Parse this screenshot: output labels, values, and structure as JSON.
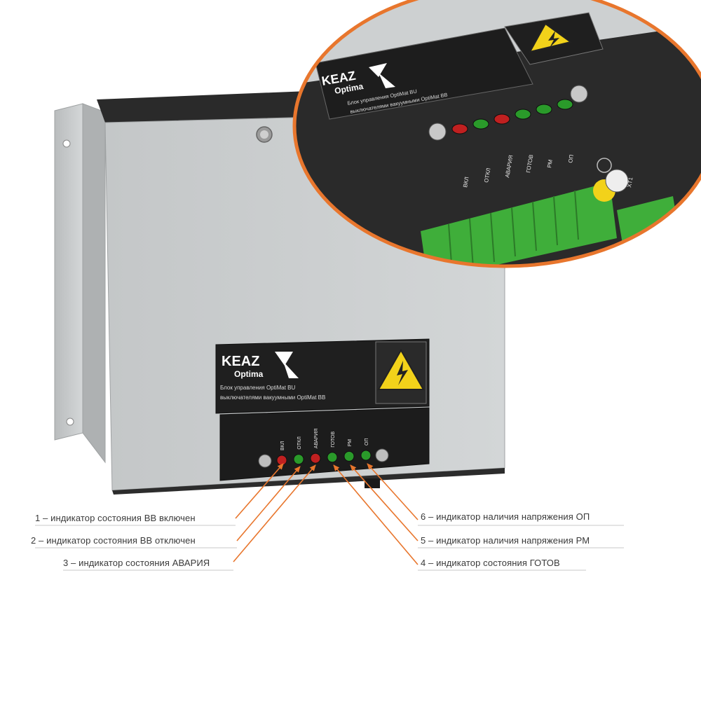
{
  "panel": {
    "brand": "KEAZ",
    "series": "Optima",
    "description_line1": "Блок управления OptiMat BU",
    "description_line2": "выключателями вакуумными OptiMat BB",
    "indicator_labels": [
      "ВКЛ",
      "ОТКЛ",
      "АВАРИЯ",
      "ГОТОВ",
      "РМ",
      "ОП"
    ],
    "indicator_colors": [
      "#c02020",
      "#2a9a2a",
      "#c02020",
      "#2a9a2a",
      "#2a9a2a",
      "#2a9a2a"
    ]
  },
  "zoom": {
    "brand": "KEAZ",
    "series": "Optima",
    "description_line1": "Блок управления OptiMat BU",
    "description_line2": "выключателями вакуумными OptiMat BB",
    "connector_label": "XT1"
  },
  "callouts": [
    {
      "text": "1 – индикатор состояния ВВ включен"
    },
    {
      "text": "2 – индикатор состояния ВВ отключен"
    },
    {
      "text": "3 – индикатор состояния АВАРИЯ"
    },
    {
      "text": "6 – индикатор наличия напряжения ОП"
    },
    {
      "text": "5 – индикатор наличия напряжения РМ"
    },
    {
      "text": "4 – индикатор состояния ГОТОВ"
    }
  ],
  "colors": {
    "callout_arrow": "#e8762d",
    "zoom_border": "#e8762d",
    "housing": "#c9cccd",
    "panel_dark": "#1f1f1f",
    "warning_yellow": "#f2d21a",
    "terminal_green": "#3fae3a"
  }
}
